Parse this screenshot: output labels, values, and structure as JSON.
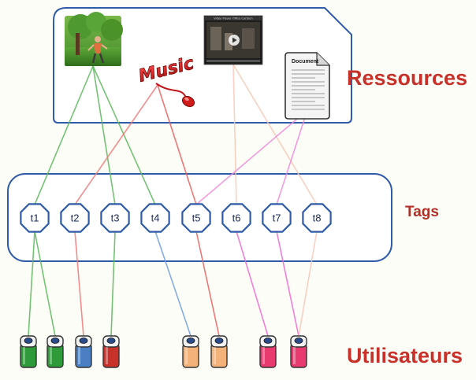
{
  "sections": {
    "resources": "Ressources",
    "tags": "Tags",
    "users": "Utilisateurs"
  },
  "resources": {
    "photo": {
      "icon": "person-in-garden-photo-icon"
    },
    "music": {
      "icon": "music-logo-with-mouse-icon",
      "text": "Music"
    },
    "video": {
      "icon": "video-player-thumbnail-icon",
      "caption": "Video Player Office Cartoon"
    },
    "document": {
      "icon": "document-page-icon",
      "title": "Document"
    }
  },
  "tags": [
    "t1",
    "t2",
    "t3",
    "t4",
    "t5",
    "t6",
    "t7",
    "t8"
  ],
  "users": [
    {
      "color": "#2e9a3a"
    },
    {
      "color": "#2e9a3a"
    },
    {
      "color": "#4a7fc4"
    },
    {
      "color": "#c8312a"
    },
    {
      "color": "#f2b27a"
    },
    {
      "color": "#f2b27a"
    },
    {
      "color": "#e83a6e"
    },
    {
      "color": "#e83a6e"
    }
  ],
  "links": {
    "resource_tag": [
      {
        "resource": "photo",
        "tag": "t1",
        "color": "#5cb85c"
      },
      {
        "resource": "photo",
        "tag": "t3",
        "color": "#5cb85c"
      },
      {
        "resource": "photo",
        "tag": "t4",
        "color": "#5cb85c"
      },
      {
        "resource": "music",
        "tag": "t2",
        "color": "#f07a7a"
      },
      {
        "resource": "music",
        "tag": "t5",
        "color": "#e86060"
      },
      {
        "resource": "video",
        "tag": "t6",
        "color": "#f7c9b8"
      },
      {
        "resource": "video",
        "tag": "t8",
        "color": "#f7c9b8"
      },
      {
        "resource": "document",
        "tag": "t5",
        "color": "#ee8ad8"
      },
      {
        "resource": "document",
        "tag": "t7",
        "color": "#ee8ad8"
      }
    ],
    "tag_user": [
      {
        "tag": "t1",
        "user": 0,
        "color": "#5cb85c"
      },
      {
        "tag": "t1",
        "user": 1,
        "color": "#5cb85c"
      },
      {
        "tag": "t2",
        "user": 2,
        "color": "#f07a7a"
      },
      {
        "tag": "t3",
        "user": 3,
        "color": "#5cb85c"
      },
      {
        "tag": "t4",
        "user": 4,
        "color": "#6f9de0"
      },
      {
        "tag": "t5",
        "user": 5,
        "color": "#e86060"
      },
      {
        "tag": "t6",
        "user": 6,
        "color": "#ee6ad0"
      },
      {
        "tag": "t7",
        "user": 7,
        "color": "#ee6ad0"
      },
      {
        "tag": "t8",
        "user": 7,
        "color": "#f7c9b8"
      }
    ]
  }
}
